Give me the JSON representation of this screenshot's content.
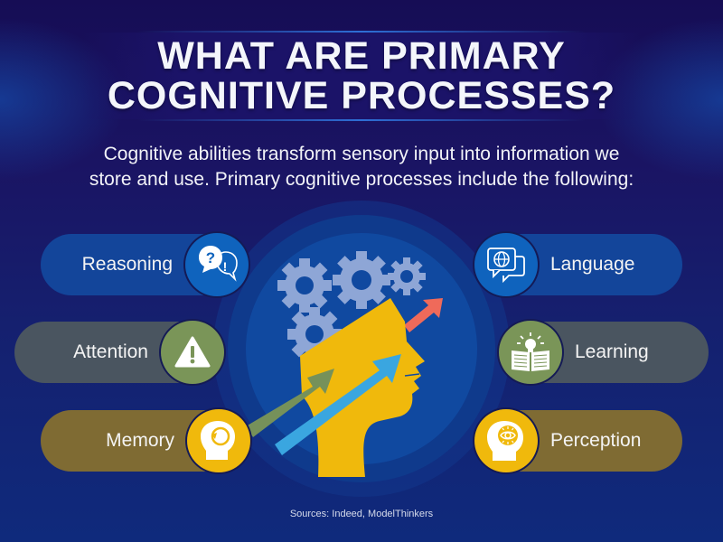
{
  "title": {
    "line1": "WHAT ARE PRIMARY",
    "line2": "COGNITIVE PROCESSES?"
  },
  "subtitle": {
    "line1": "Cognitive abilities transform sensory input into information we",
    "line2": "store and use. Primary cognitive processes include the following:"
  },
  "processes": {
    "left": [
      {
        "label": "Reasoning",
        "icon": "question-exclamation-bubbles-icon",
        "color": "#13459a"
      },
      {
        "label": "Attention",
        "icon": "warning-triangle-icon",
        "color": "#4a5560"
      },
      {
        "label": "Memory",
        "icon": "head-cycle-icon",
        "color": "#7f6b33"
      }
    ],
    "right": [
      {
        "label": "Language",
        "icon": "globe-speech-bubbles-icon",
        "color": "#13459a"
      },
      {
        "label": "Learning",
        "icon": "book-lightbulb-icon",
        "color": "#4a5560"
      },
      {
        "label": "Perception",
        "icon": "head-eye-icon",
        "color": "#7f6b33"
      }
    ]
  },
  "center_illustration": {
    "elements": [
      "gears-icon",
      "head-profile",
      "green-arrow",
      "blue-arrow",
      "red-arrow"
    ],
    "colors": {
      "head": "#f0b90c",
      "gears": "#8ea6d6",
      "green_arrow": "#76915a",
      "blue_arrow": "#3aa6e0",
      "red_arrow": "#ef6a5a"
    }
  },
  "sources": "Sources: Indeed, ModelThinkers"
}
